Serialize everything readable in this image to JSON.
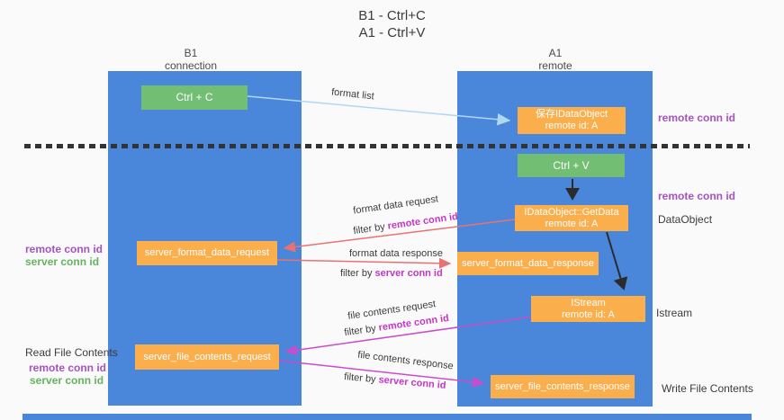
{
  "title": {
    "line1": "B1 - Ctrl+C",
    "line2": "A1 - Ctrl+V"
  },
  "columns": {
    "left": {
      "name": "B1",
      "sub": "connection"
    },
    "right": {
      "name": "A1",
      "sub": "remote"
    }
  },
  "boxes": {
    "ctrl_c": {
      "label": "Ctrl + C"
    },
    "ctrl_v": {
      "label": "Ctrl + V"
    },
    "save_idataobject": {
      "line1": "保存IDataObject",
      "line2": "remote id: A"
    },
    "idataobject_getdata": {
      "line1": "IDataObject::GetData",
      "line2": "remote id: A"
    },
    "istream": {
      "line1": "IStream",
      "line2": "remote id: A"
    },
    "server_format_data_request": {
      "label": "server_format_data_request"
    },
    "server_format_data_response": {
      "label": "server_format_data_response"
    },
    "server_file_contents_request": {
      "label": "server_file_contents_request"
    },
    "server_file_contents_response": {
      "label": "server_file_contents_response"
    }
  },
  "side_labels": {
    "right_remote_conn_id_top": "remote conn id",
    "right_remote_conn_id_mid": "remote conn id",
    "dataobject": "DataObject",
    "istream": "Istream",
    "write_file_contents": "Write File Contents",
    "left_remote_conn_id_top": "remote conn id",
    "left_server_conn_id_top": "server conn id",
    "read_file_contents": "Read File Contents",
    "left_remote_conn_id_bottom": "remote conn id",
    "left_server_conn_id_bottom": "server conn id"
  },
  "arrow_labels": {
    "format_list": "format list",
    "format_data_request": "format data request",
    "filter_by_1_prefix": "filter by ",
    "filter_by_1_value": "remote conn id",
    "format_data_response": "format data response",
    "filter_by_2_prefix": "filter by ",
    "filter_by_2_value": "server conn id",
    "file_contents_request": "file contents request",
    "filter_by_3_prefix": "filter by ",
    "filter_by_3_value": "remote conn id",
    "file_contents_response": "file contents response",
    "filter_by_4_prefix": "filter by ",
    "filter_by_4_value": "server conn id"
  },
  "colors": {
    "lifeline_blue": "#4a86d9",
    "box_green": "#72bf73",
    "box_orange": "#fbae4c",
    "arrow_light_blue": "#aed7f2",
    "arrow_red": "#e87272",
    "arrow_magenta": "#cb4ccb",
    "arrow_black": "#2b2b2b",
    "text_purple": "#a553c1",
    "text_green": "#64b45e",
    "dash_black": "#333333"
  }
}
